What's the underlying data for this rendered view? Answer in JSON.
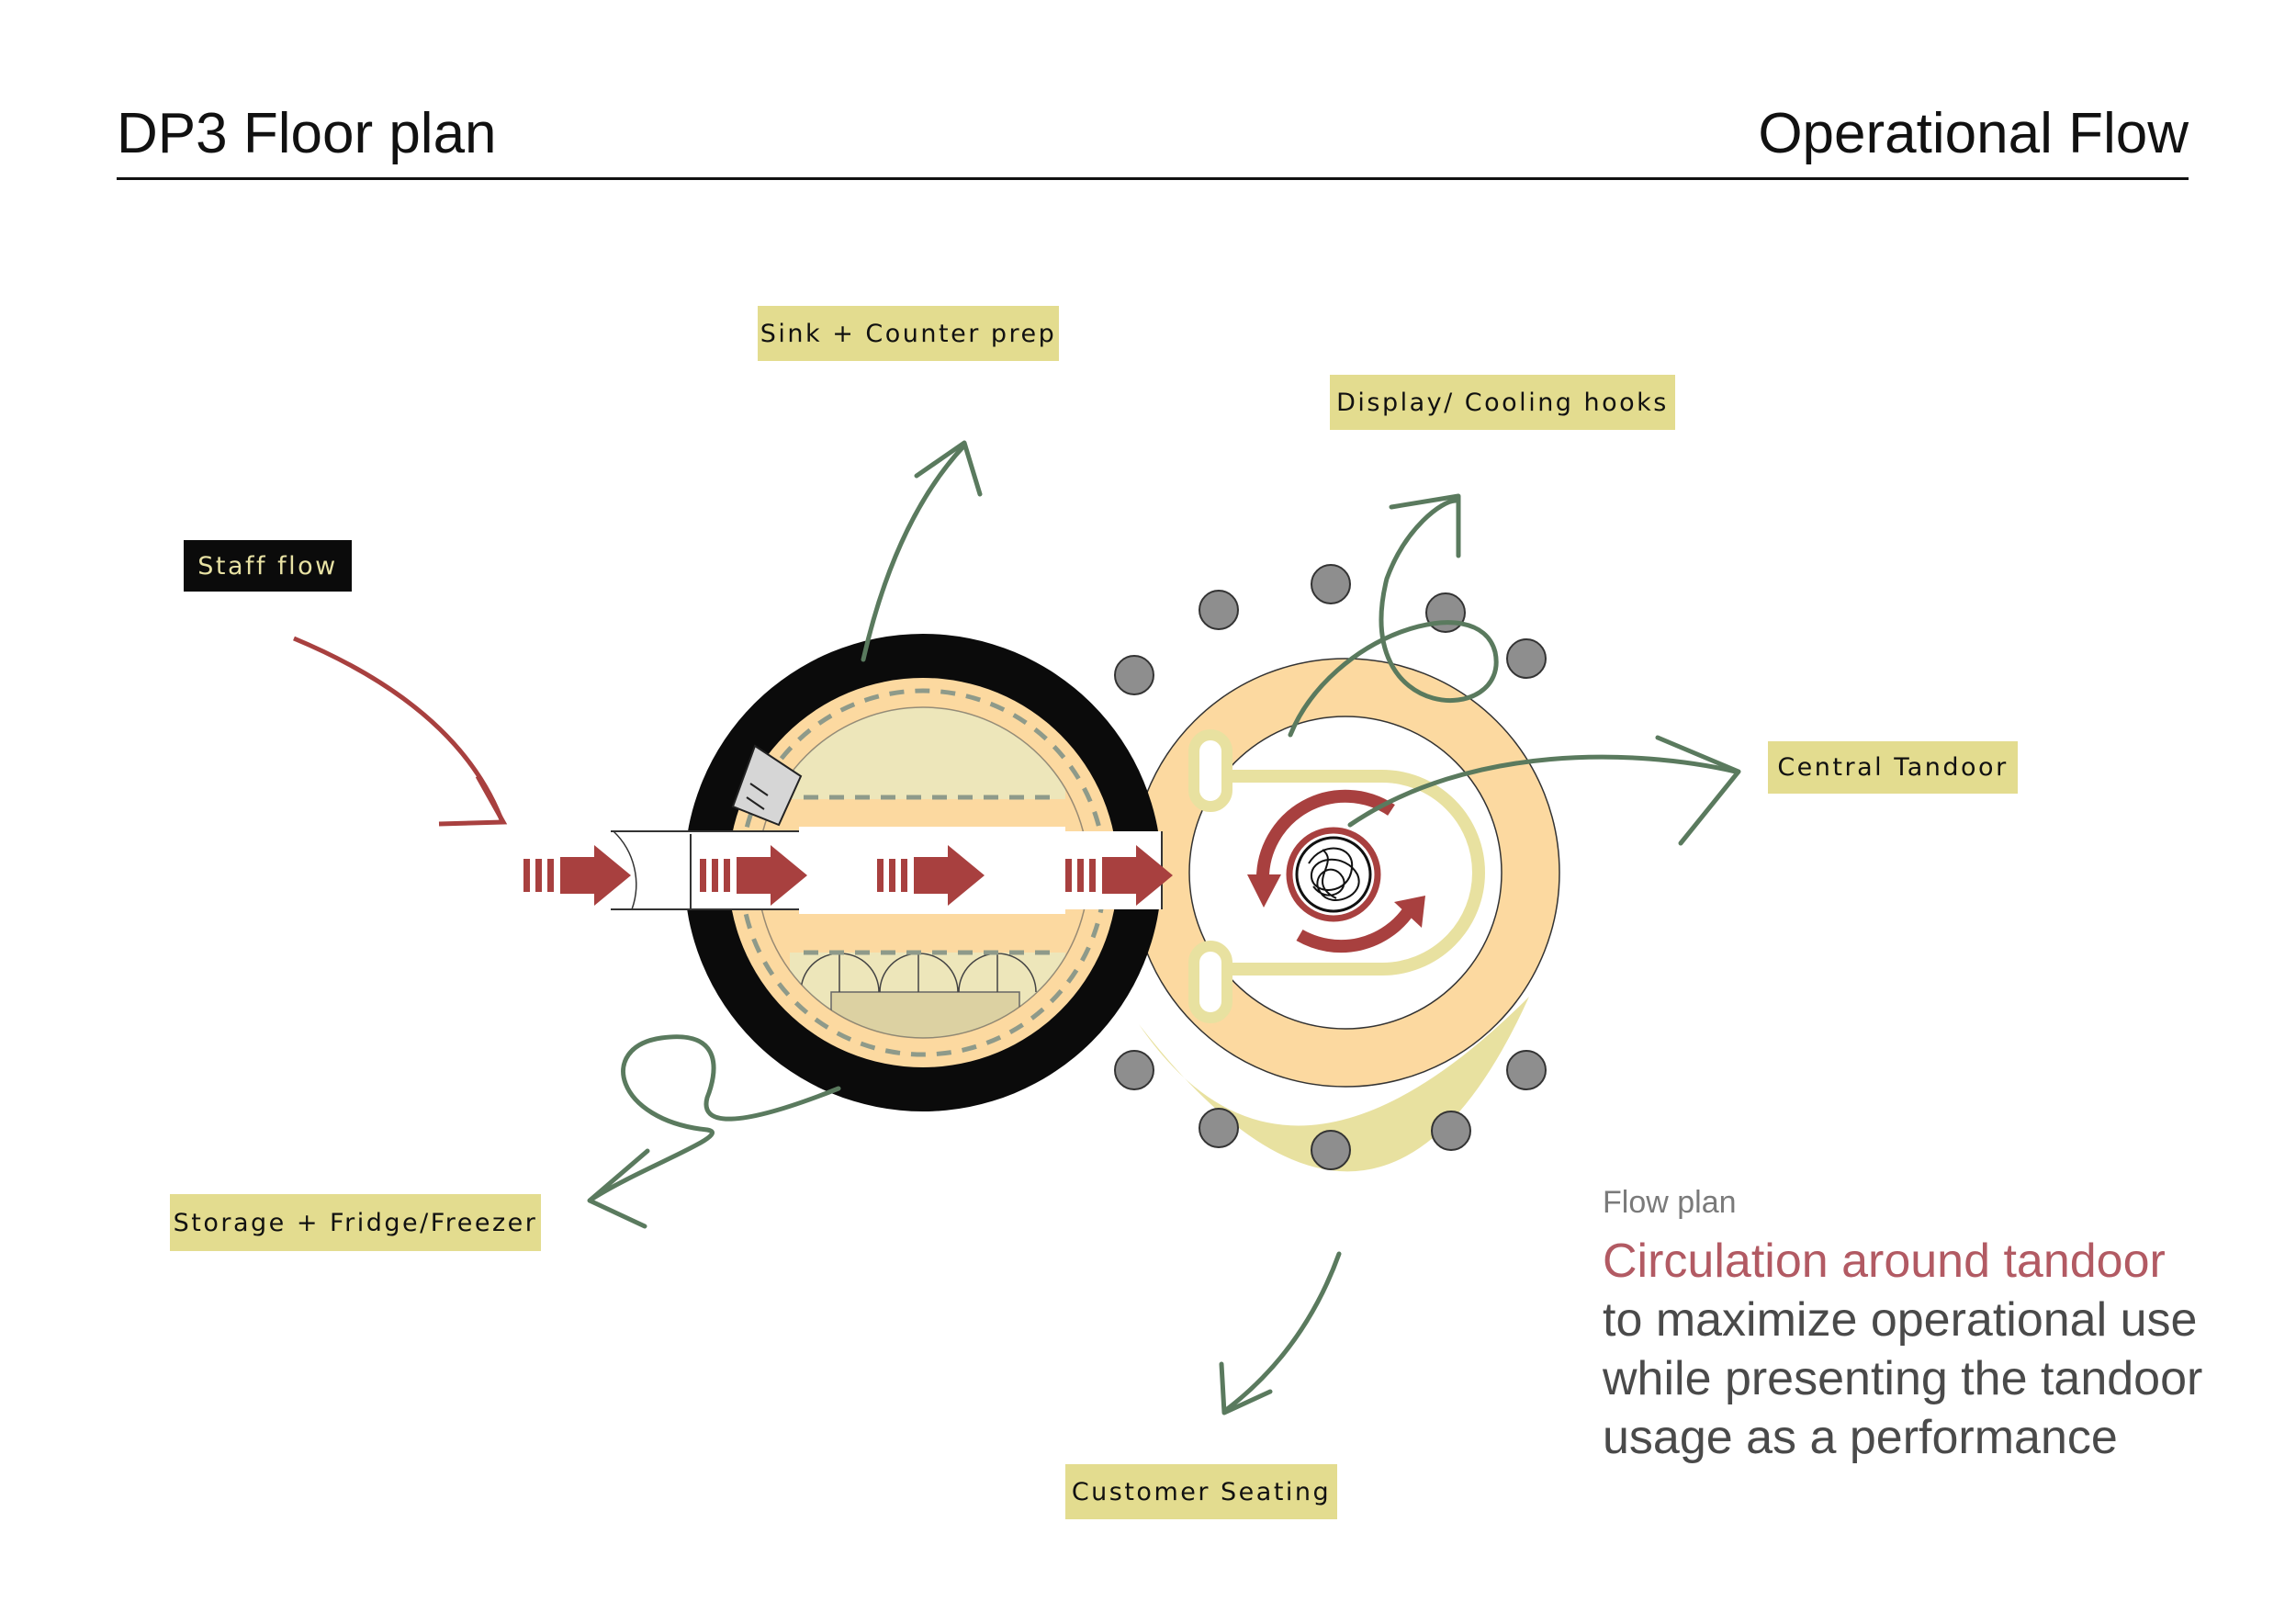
{
  "header": {
    "title_left": "DP3 Floor plan",
    "title_right": "Operational Flow"
  },
  "labels": {
    "staff_flow": "Staff flow",
    "sink": "Sink + Counter prep",
    "display": "Display/ Cooling hooks",
    "tandoor": "Central Tandoor",
    "storage": "Storage + Fridge/Freezer",
    "seating": "Customer Seating"
  },
  "notes": {
    "subtitle": "Flow plan",
    "lead": "Circulation around tandoor",
    "body": "to maximize operational use while presenting the tandoor usage as a performance"
  },
  "colors": {
    "staff_flow_red": "#a8403f",
    "flow_green": "#5a7a5e",
    "label_yellow": "#e3dc8f",
    "floor_peach": "#fcd9a0",
    "pale_yellow": "#e8e1a0",
    "wall_black": "#0b0b0b",
    "seat_grey": "#8e8e8e"
  }
}
